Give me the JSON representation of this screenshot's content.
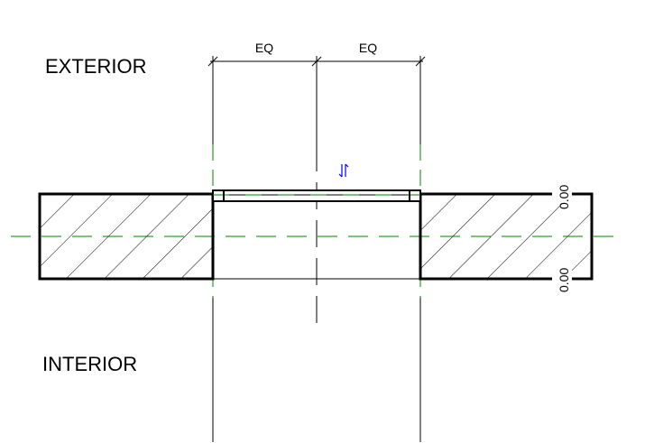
{
  "labels": {
    "exterior": "EXTERIOR",
    "interior": "INTERIOR"
  },
  "dimensions": {
    "left": "EQ",
    "right": "EQ"
  },
  "offsets": {
    "top": "0.00",
    "bottom": "0.00"
  },
  "icons": {
    "flip": "flip-arrows-icon"
  },
  "colors": {
    "line": "#000000",
    "reference": "#008000",
    "control": "#0000ff"
  }
}
